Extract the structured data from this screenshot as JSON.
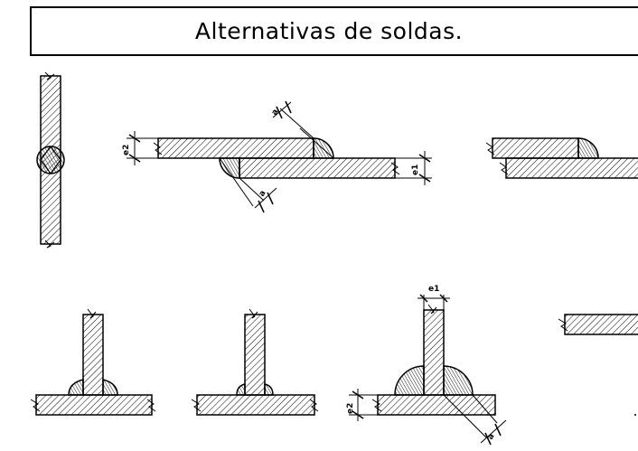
{
  "title": "Alternativas de soldas.",
  "labels": {
    "a": "a",
    "e1": "e1",
    "e2": "e2"
  },
  "colors": {
    "stroke": "#000000",
    "background": "#ffffff"
  }
}
